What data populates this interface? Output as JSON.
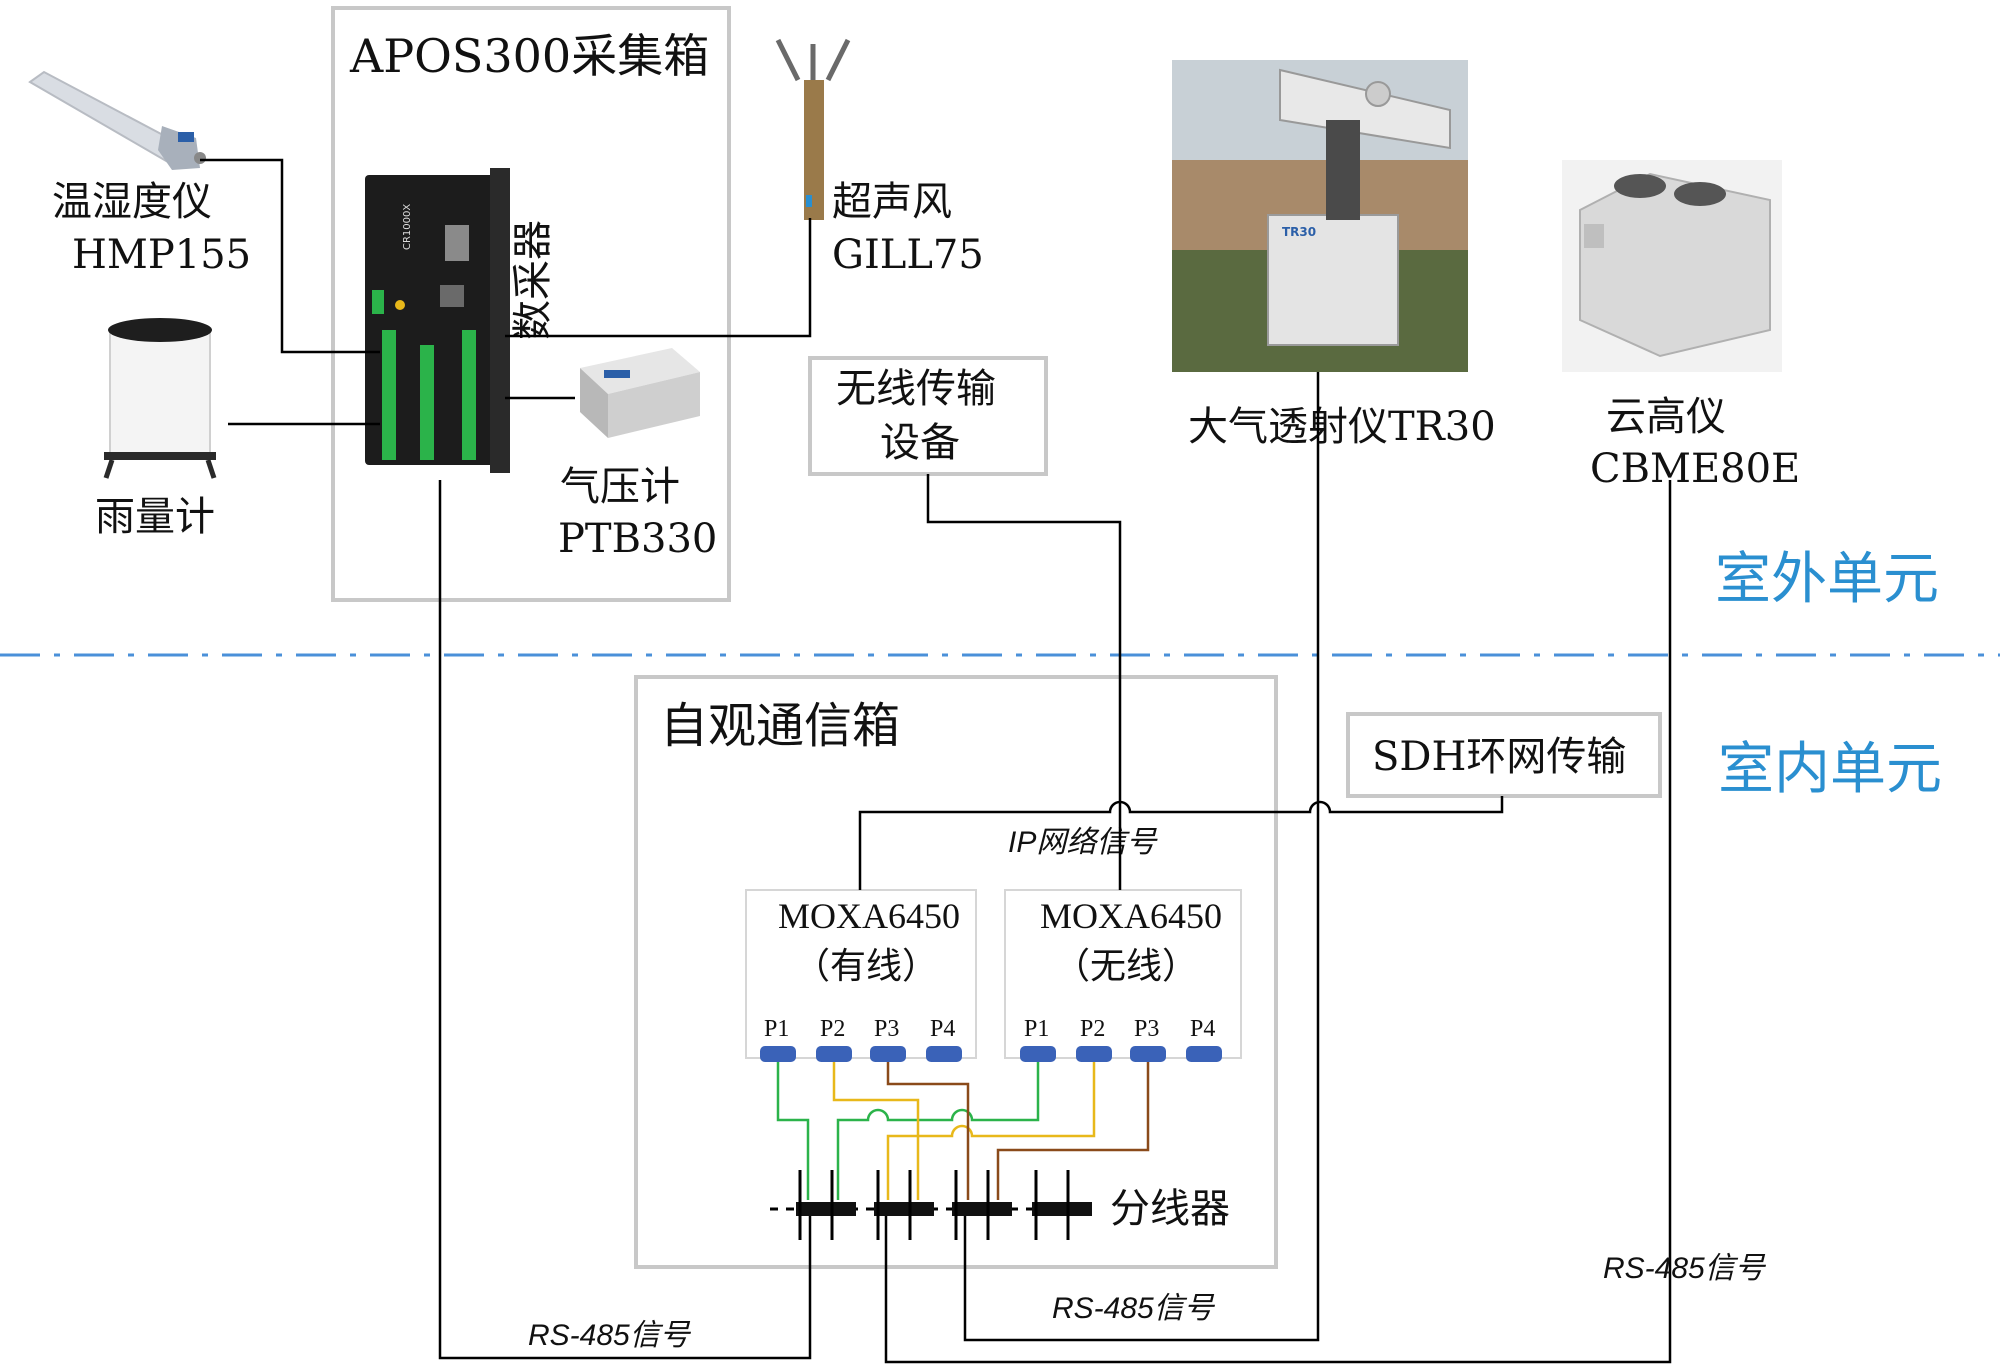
{
  "labels": {
    "apos_box": "APOS300采集箱",
    "thermo_name": "温湿度仪",
    "thermo_model": "HMP155",
    "rain": "雨量计",
    "logger": "数采器",
    "wind_name": "超声风",
    "wind_model": "GILL75",
    "baro_name": "气压计",
    "baro_model": "PTB330",
    "wireless_1": "无线传输",
    "wireless_2": "设备",
    "tr30": "大气透射仪TR30",
    "ceil_name": "云高仪",
    "ceil_model": "CBME80E",
    "outdoor": "室外单元",
    "indoor": "室内单元",
    "comm_box": "自观通信箱",
    "sdh": "SDH环网传输",
    "ip_signal": "IP网络信号",
    "moxa1_name": "MOXA6450",
    "moxa1_type": "（有线）",
    "moxa2_name": "MOXA6450",
    "moxa2_type": "（无线）",
    "splitter": "分线器",
    "rs485_1": "RS-485信号",
    "rs485_2": "RS-485信号",
    "rs485_3": "RS-485信号"
  },
  "ports": [
    "P1",
    "P2",
    "P3",
    "P4"
  ],
  "device_text": {
    "logger_model": "CR1000X",
    "tr30_plate": "TR30"
  },
  "colors": {
    "zone_text": "#2a8fd0",
    "divider": "#4a90d9",
    "box_border": "#c8c8c8",
    "wire": "#000000",
    "wire_green": "#2bb34a",
    "wire_yellow": "#e8b81a",
    "wire_brown": "#8a4a1a"
  }
}
